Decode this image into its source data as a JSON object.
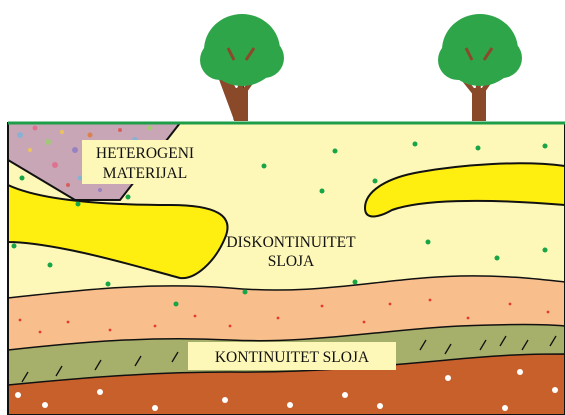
{
  "labels": {
    "heterogeneous_line1": "HETEROGENI",
    "heterogeneous_line2": "MATERIJAL",
    "discontinuity_line1": "DISKONTINUITET",
    "discontinuity_line2": "SLOJA",
    "continuity": "KONTINUITET SLOJA"
  },
  "colors": {
    "sky": "#ffffff",
    "ground_line": "#1f9e4a",
    "top_soil": "#fdf7b8",
    "lens_yellow": "#ffef10",
    "orange_layer": "#f8bf8c",
    "green_layer": "#a6b06a",
    "brown_layer": "#c8602c",
    "green_dot": "#18a548",
    "red_dot": "#e53b2b",
    "white_dot": "#ffffff",
    "tree_crown": "#2fa54a",
    "tree_trunk": "#8a4a2a",
    "outline": "#111111"
  },
  "icons": [
    "tree-icon",
    "tree-icon"
  ]
}
